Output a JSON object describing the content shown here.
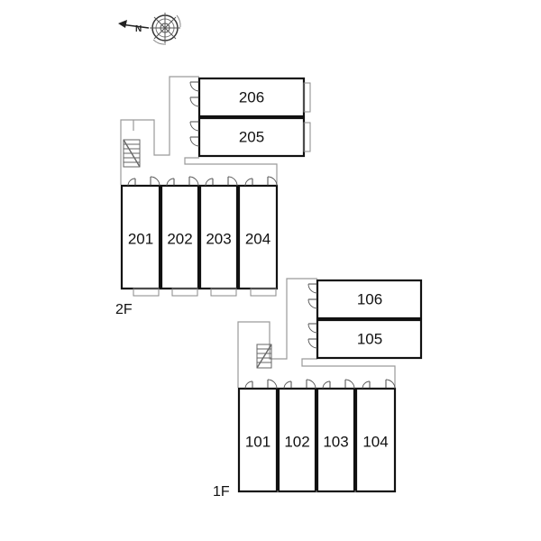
{
  "compass": {
    "label": "N",
    "icon": "compass-rose-icon"
  },
  "floors": [
    {
      "label": "2F",
      "units": [
        {
          "id": "unit-206",
          "label": "206"
        },
        {
          "id": "unit-205",
          "label": "205"
        },
        {
          "id": "unit-201",
          "label": "201"
        },
        {
          "id": "unit-202",
          "label": "202"
        },
        {
          "id": "unit-203",
          "label": "203"
        },
        {
          "id": "unit-204",
          "label": "204"
        }
      ]
    },
    {
      "label": "1F",
      "units": [
        {
          "id": "unit-106",
          "label": "106"
        },
        {
          "id": "unit-105",
          "label": "105"
        },
        {
          "id": "unit-101",
          "label": "101"
        },
        {
          "id": "unit-102",
          "label": "102"
        },
        {
          "id": "unit-103",
          "label": "103"
        },
        {
          "id": "unit-104",
          "label": "104"
        }
      ]
    }
  ]
}
